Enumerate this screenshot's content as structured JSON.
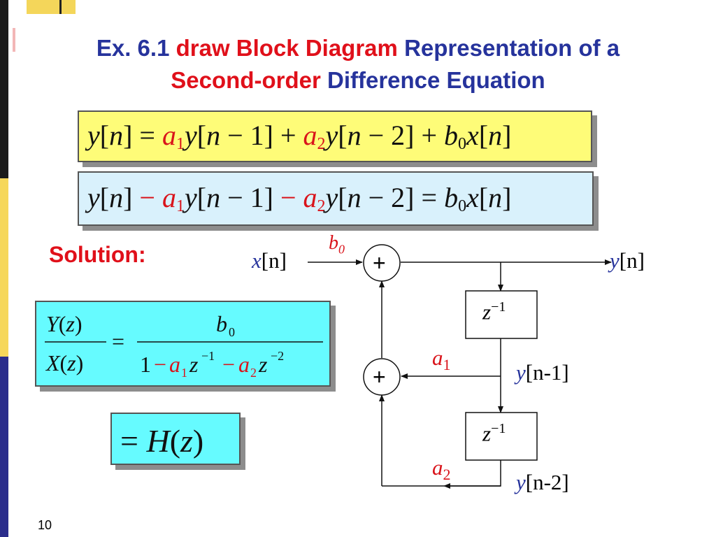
{
  "title": {
    "prefix": "Ex. 6.1",
    "action": "draw Block Diagram",
    "mid": "Representation of a",
    "order": "Second-order",
    "suffix": "Difference Equation"
  },
  "equations": {
    "eq1": "y[n] = a1 y[n−1] + a2 y[n−2] + b0 x[n]",
    "eq2": "y[n] − a1 y[n−1] − a2 y[n−2] = b0 x[n]",
    "transfer": "Y(z)/X(z) = b0 / (1 − a1 z^−1 − a2 z^−2)",
    "hz": "= H(z)"
  },
  "solution_label": "Solution:",
  "diagram": {
    "input_label": "x[n]",
    "output_label": "y[n]",
    "gain_b0": "b0",
    "gain_a1": "a1",
    "gain_a2": "a2",
    "delay_label": "z^−1",
    "tap1_label": "y[n-1]",
    "tap2_label": "y[n-2]",
    "adder_symbol": "+"
  },
  "page_number": "10",
  "colors": {
    "title_blue": "#26339c",
    "accent_red": "#e0101a",
    "eq1_bg": "#fefc78",
    "eq2_bg": "#d9f1fc",
    "transfer_bg": "#66fbff"
  }
}
